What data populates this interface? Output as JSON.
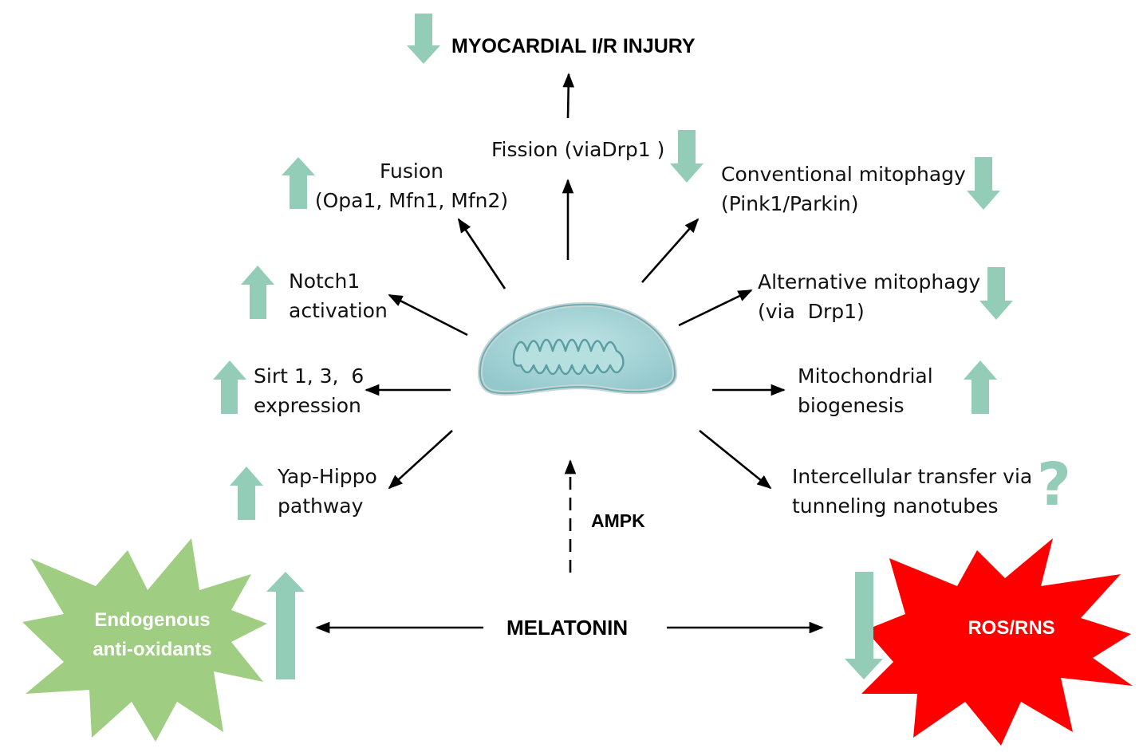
{
  "title": "MYOCARDIAL I/R INJURY",
  "center": "MELATONIN",
  "ampk": "AMPK",
  "effects": {
    "fission": "Fission (viaDrp1 )",
    "fusion_1": "Fusion",
    "fusion_2": "(Opa1, Mfn1, Mfn2)",
    "conventional_1": "Conventional mitophagy",
    "conventional_2": "(Pink1/Parkin)",
    "alternative_1": "Alternative mitophagy",
    "alternative_2": "(via  Drp1)",
    "notch_1": "Notch1",
    "notch_2": "activation",
    "sirt_1": "Sirt 1, 3,  6",
    "sirt_2": "expression",
    "biogenesis_1": "Mitochondrial",
    "biogenesis_2": "biogenesis",
    "yap_1": "Yap-Hippo",
    "yap_2": "pathway",
    "transfer_1": "Intercellular transfer via",
    "transfer_2": "tunneling nanotubes",
    "question": "?"
  },
  "antioxidants_1": "Endogenous",
  "antioxidants_2": "anti-oxidants",
  "ros": "ROS/RNS",
  "colors": {
    "indicator_arrow": "#93cdb7",
    "antioxidant_star": "#9fce82",
    "ros_star": "#fe0000",
    "mito_fill": "#a8d6d9",
    "mito_stroke": "#6aaeb3"
  }
}
